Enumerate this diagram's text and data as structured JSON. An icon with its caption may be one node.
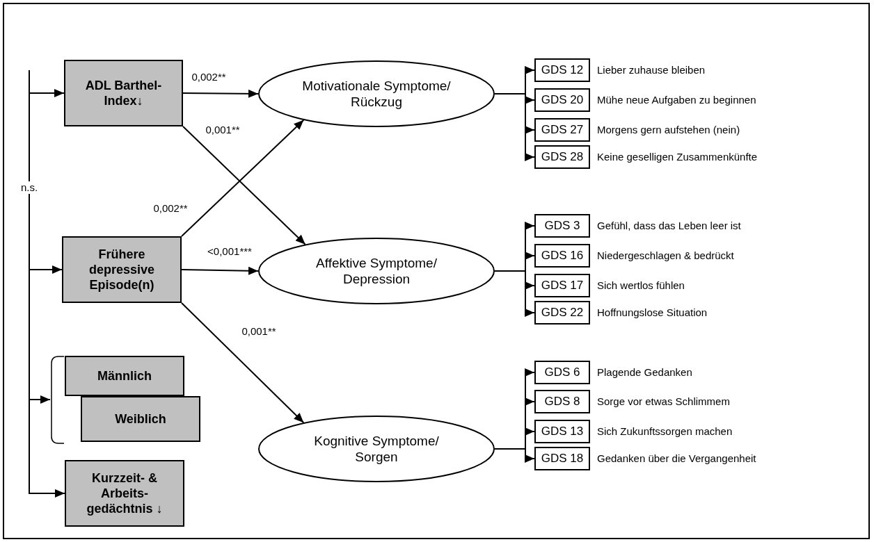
{
  "diagram": {
    "nodes": [
      {
        "text": [
          "ADL Barthel-Index↓"
        ]
      },
      {
        "text": [
          "Frühere depressive Episode(n)"
        ]
      },
      {
        "text": [
          "Männlich"
        ]
      },
      {
        "text": [
          "Weiblich"
        ]
      },
      {
        "text": [
          "Kurzzeit- & Arbeits-gedächtnis ↓"
        ]
      },
      {
        "text": [
          "Motivationale Symptome/ Rückzug"
        ]
      },
      {
        "text": [
          "Affektive Symptome/ Depression"
        ]
      },
      {
        "text": [
          "Kognitive Symptome/ Sorgen"
        ]
      },
      {
        "text": [
          "GDS 12"
        ],
        "beside": [
          "Lieber zuhause bleiben"
        ]
      },
      {
        "text": [
          "GDS 20"
        ],
        "beside": [
          "Mühe neue Aufgaben zu beginnen"
        ]
      },
      {
        "text": [
          "GDS 27"
        ],
        "beside": [
          "Morgens gern aufstehen (nein)"
        ]
      },
      {
        "text": [
          "GDS 28"
        ],
        "beside": [
          "Keine geselligen Zusammenkünfte"
        ]
      },
      {
        "text": [
          "GDS 3"
        ],
        "beside": [
          "Gefühl, dass das Leben leer ist"
        ]
      },
      {
        "text": [
          "GDS 16"
        ],
        "beside": [
          "Niedergeschlagen & bedrückt"
        ]
      },
      {
        "text": [
          "GDS 17"
        ],
        "beside": [
          "Sich wertlos fühlen"
        ]
      },
      {
        "text": [
          "GDS 22"
        ],
        "beside": [
          "Hoffnungslose Situation"
        ]
      },
      {
        "text": [
          "GDS 6"
        ],
        "beside": [
          "Plagende Gedanken"
        ]
      },
      {
        "text": [
          "GDS 8"
        ],
        "beside": [
          "Sorge vor etwas Schlimmem"
        ]
      },
      {
        "text": [
          "GDS 13"
        ],
        "beside": [
          "Sich Zukunftssorgen machen"
        ]
      },
      {
        "text": [
          "GDS 18"
        ],
        "beside": [
          "Gedanken über die Vergangenheit"
        ]
      }
    ],
    "edges": [
      {
        "from": null,
        "to": 0,
        "arrow": "to"
      },
      {
        "from": null,
        "to": 1,
        "arrow": "to"
      },
      {
        "from": null,
        "to": 2,
        "arrow": "to"
      },
      {
        "from": null,
        "to": 3,
        "arrow": "to"
      },
      {
        "from": null,
        "to": 4,
        "arrow": "to"
      },
      {
        "from": 0,
        "to": 5,
        "arrow": "to",
        "label": "0,002**"
      },
      {
        "from": 0,
        "to": 6,
        "arrow": "to",
        "label": "0,001**"
      },
      {
        "from": 1,
        "to": 5,
        "arrow": "to",
        "label": "0,002**"
      },
      {
        "from": 1,
        "to": 6,
        "arrow": "to",
        "label": "<0,001***"
      },
      {
        "from": 1,
        "to": 7,
        "arrow": "to",
        "label": "0,001**"
      },
      {
        "from": 5,
        "to": 8,
        "arrow": "to"
      },
      {
        "from": 5,
        "to": 9,
        "arrow": "to"
      },
      {
        "from": 5,
        "to": 10,
        "arrow": "to"
      },
      {
        "from": 5,
        "to": 11,
        "arrow": "to"
      },
      {
        "from": 6,
        "to": 12,
        "arrow": "to"
      },
      {
        "from": 6,
        "to": 13,
        "arrow": "to"
      },
      {
        "from": 6,
        "to": 14,
        "arrow": "to"
      },
      {
        "from": 6,
        "to": 15,
        "arrow": "to"
      },
      {
        "from": 7,
        "to": 16,
        "arrow": "to"
      },
      {
        "from": 7,
        "to": 17,
        "arrow": "to"
      },
      {
        "from": 7,
        "to": 18,
        "arrow": "to"
      },
      {
        "from": 7,
        "to": 19,
        "arrow": "to"
      }
    ],
    "labels": [
      "n.s."
    ]
  }
}
